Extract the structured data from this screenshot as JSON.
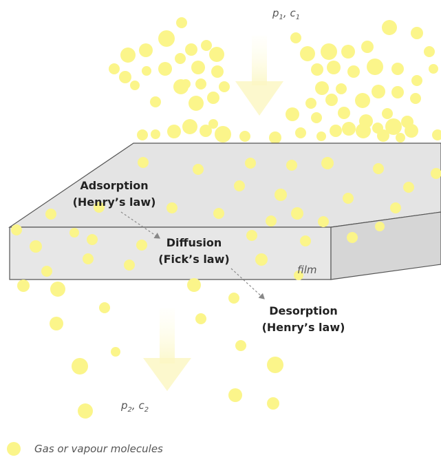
{
  "top_label": {
    "p": "p",
    "p_sub": "1",
    "c": "c",
    "c_sub": "1"
  },
  "bottom_label": {
    "p": "p",
    "p_sub": "2",
    "c": "c",
    "c_sub": "2"
  },
  "film_label": "film",
  "steps": {
    "adsorption": {
      "title": "Adsorption",
      "law": "(Henry’s law)"
    },
    "diffusion": {
      "title": "Diffusion",
      "law": "(Fick’s law)"
    },
    "desorption": {
      "title": "Desorption",
      "law": "(Henry’s law)"
    }
  },
  "legend": {
    "text": "Gas or vapour molecules"
  },
  "colors": {
    "molecule": "#fbf58a",
    "film_top": "#e4e4e4",
    "film_front": "#e7e7e7",
    "film_side": "#d6d6d6",
    "arrow": "#fdfbd8"
  }
}
